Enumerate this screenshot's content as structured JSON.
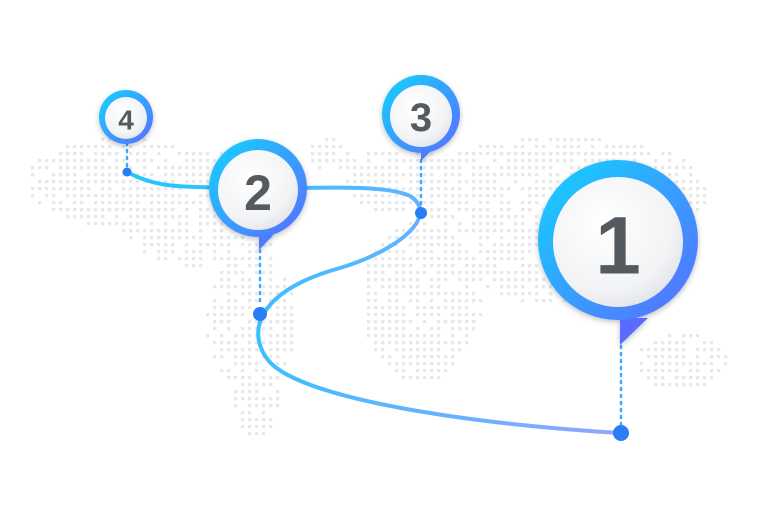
{
  "colors": {
    "route_start": "#1ec8ff",
    "route_end": "#8fa6ff",
    "pin_gradient_light": "#12d4ff",
    "pin_gradient_dark": "#5a6cff",
    "node_dot": "#2a7df5",
    "map_dots": "#e6e8ea",
    "number_text": "#555a5e"
  },
  "map": {
    "style": "dotted-world-map"
  },
  "markers": [
    {
      "label": "1"
    },
    {
      "label": "2"
    },
    {
      "label": "3"
    },
    {
      "label": "4"
    }
  ]
}
